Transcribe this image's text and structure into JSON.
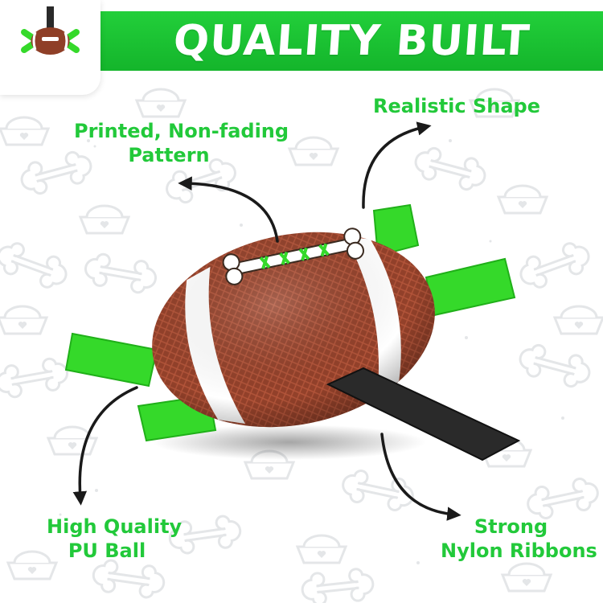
{
  "banner": {
    "title": "QUALITY BUILT"
  },
  "callouts": {
    "printed_pattern": {
      "line1": "Printed, Non-fading",
      "line2": "Pattern"
    },
    "realistic_shape": {
      "line1": "Realistic Shape"
    },
    "pu_ball": {
      "line1": "High Quality",
      "line2": "PU Ball"
    },
    "nylon_ribbons": {
      "line1": "Strong",
      "line2": "Nylon Ribbons"
    }
  },
  "colors": {
    "brand_green": "#22c93a",
    "banner_green": "#18bf30",
    "ball_brown": "#8f3f27",
    "ribbon_green": "#35d92a",
    "ribbon_black": "#2a2a2a"
  },
  "icons": [
    "dog-bowl-icon",
    "bone-icon",
    "paw-dots-icon",
    "football-thumbnail-icon"
  ]
}
